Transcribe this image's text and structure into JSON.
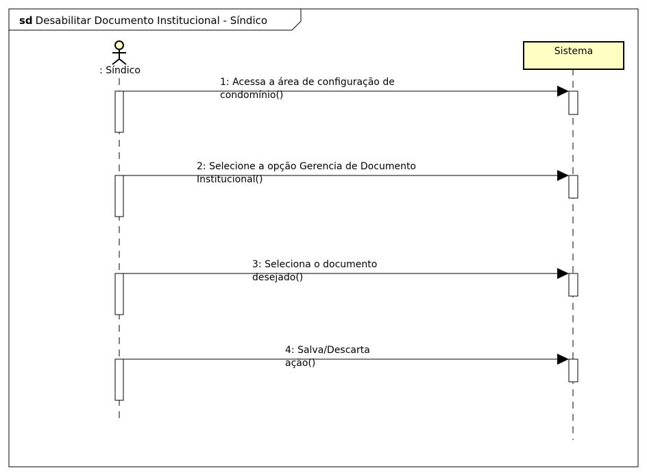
{
  "frame": {
    "keyword": "sd",
    "title": "Desabilitar Documento Institucional - Síndico"
  },
  "participants": {
    "actor": {
      "label": ": Síndico"
    },
    "system": {
      "label": "Sistema"
    }
  },
  "colors": {
    "participant_fill": "#ffffc4",
    "line": "#000000"
  },
  "messages": [
    {
      "number": "1",
      "text": "1: Acessa a área de configuração de\ncondomínio()"
    },
    {
      "number": "2",
      "text": "2: Selecione a opção Gerencia de Documento\nInstitucional()"
    },
    {
      "number": "3",
      "text": "3: Seleciona o documento\ndesejado()"
    },
    {
      "number": "4",
      "text": "4: Salva/Descarta\nação()"
    }
  ]
}
